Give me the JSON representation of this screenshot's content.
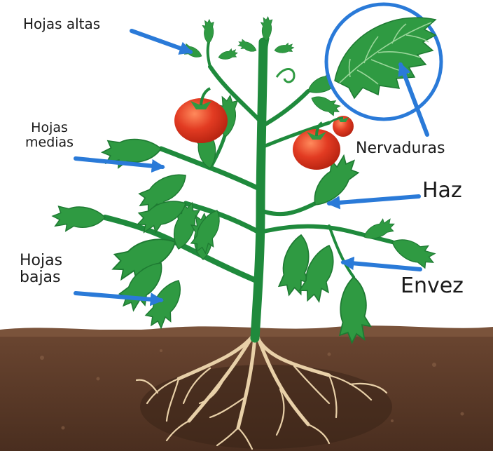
{
  "labels": {
    "hojas_altas": "Hojas altas",
    "hojas_medias": [
      "Hojas",
      "medias"
    ],
    "hojas_bajas": [
      "Hojas",
      "bajas"
    ],
    "nervaduras": "Nervaduras",
    "haz": "Haz",
    "envez": "Envez"
  },
  "colors": {
    "leaf": "#2f9a42",
    "leaf_dark": "#1e7a32",
    "stem": "#1f8a3c",
    "tomato": "#e23b22",
    "soil": "#5a3a28",
    "root": "#e8d0a8",
    "arrow": "#2a7ad8"
  }
}
